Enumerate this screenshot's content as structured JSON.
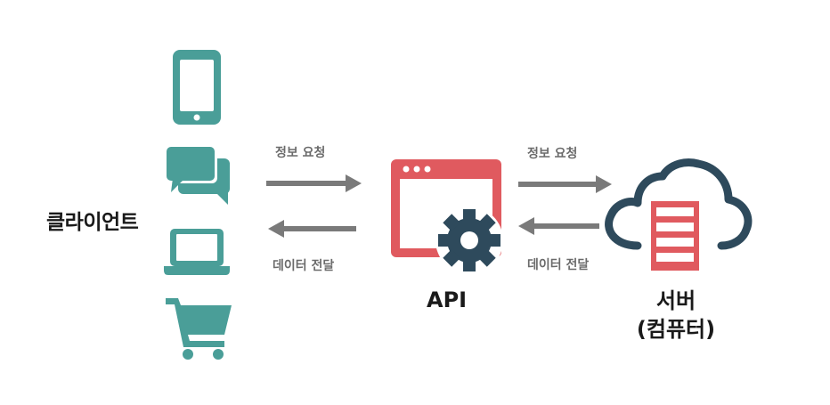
{
  "client": {
    "label": "클라이언트"
  },
  "api": {
    "label": "API"
  },
  "server": {
    "label_line1": "서버",
    "label_line2": "(컴퓨터)"
  },
  "flows": {
    "client_to_api": "정보 요청",
    "api_to_client": "데이터 전달",
    "api_to_server": "정보 요청",
    "server_to_api": "데이터 전달"
  },
  "colors": {
    "client_icons": "#4a9e98",
    "api_window": "#e05a5f",
    "gear": "#2e4a5c",
    "cloud": "#2e4a5c",
    "server_rack": "#e05a5f",
    "arrows": "#7a7a7a"
  },
  "icons": {
    "client": [
      "smartphone-icon",
      "chat-bubbles-icon",
      "laptop-icon",
      "shopping-cart-icon"
    ],
    "api": [
      "browser-window-icon",
      "gear-icon"
    ],
    "server": [
      "cloud-icon",
      "server-rack-icon"
    ]
  }
}
